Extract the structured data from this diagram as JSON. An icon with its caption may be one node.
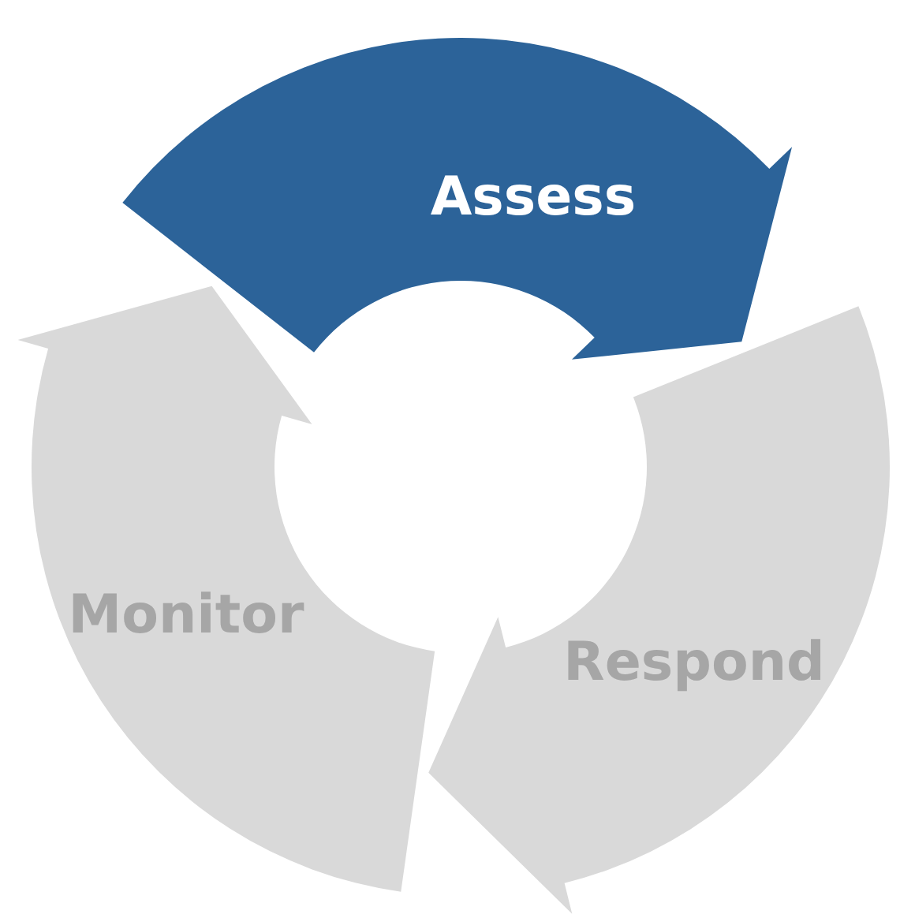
{
  "diagram": {
    "nodes": [
      {
        "text": [
          "Assess"
        ]
      },
      {
        "text": [
          "Respond"
        ]
      },
      {
        "text": [
          "Monitor"
        ]
      }
    ]
  }
}
